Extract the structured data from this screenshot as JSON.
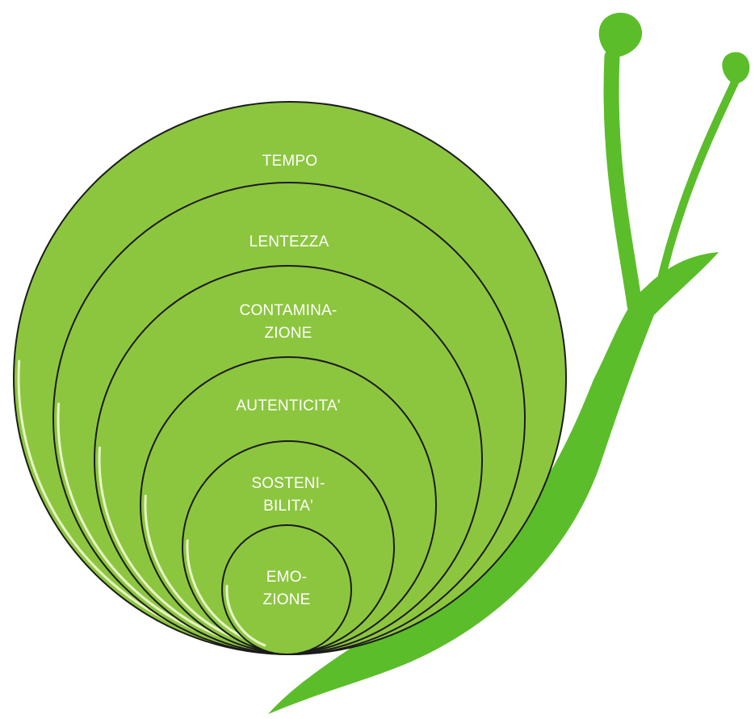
{
  "diagram": {
    "rings": [
      {
        "id": "tempo",
        "lines": [
          "TEMPO"
        ]
      },
      {
        "id": "lentezza",
        "lines": [
          "LENTEZZA"
        ]
      },
      {
        "id": "contaminazione",
        "lines": [
          "CONTAMINA-",
          "ZIONE"
        ]
      },
      {
        "id": "autenticita",
        "lines": [
          "AUTENTICITA'"
        ]
      },
      {
        "id": "sostenibilita",
        "lines": [
          "SOSTENI-",
          "BILITA'"
        ]
      },
      {
        "id": "emozione",
        "lines": [
          "EMO-",
          "ZIONE"
        ]
      }
    ]
  },
  "colors": {
    "shell_fill": "#8cc63f",
    "shell_outline": "#1b1b1b",
    "shell_highlight": "#e9f7c8",
    "body_green": "#5bbd2a",
    "label": "#ffffff"
  }
}
